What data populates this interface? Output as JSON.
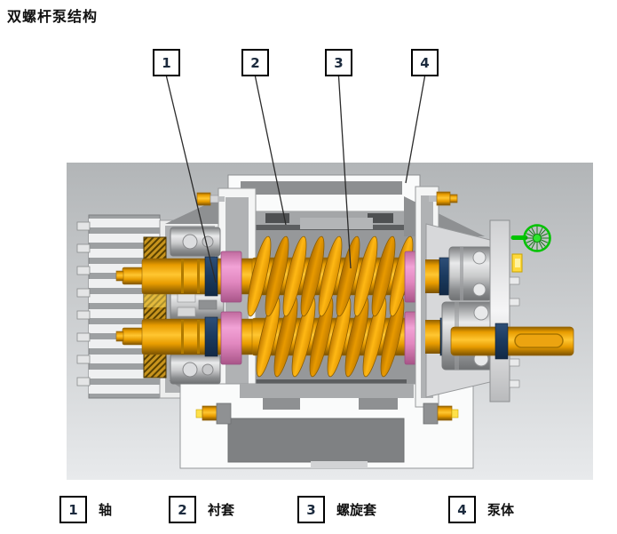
{
  "title": "双螺杆泵结构",
  "parts": [
    {
      "number": "1",
      "name": "轴"
    },
    {
      "number": "2",
      "name": "衬套"
    },
    {
      "number": "3",
      "name": "螺旋套"
    },
    {
      "number": "4",
      "name": "泵体"
    }
  ],
  "icons": {
    "rotation_indicator": "green-spoked-wheel"
  },
  "colors": {
    "screw_orange": "#f2a71a",
    "bushing_pink": "#ee9ace",
    "seal_navy": "#1b3a5e",
    "canvas_top": "#b2b5b7",
    "canvas_bottom": "#e8eaec",
    "indicator_green": "#00c300"
  }
}
